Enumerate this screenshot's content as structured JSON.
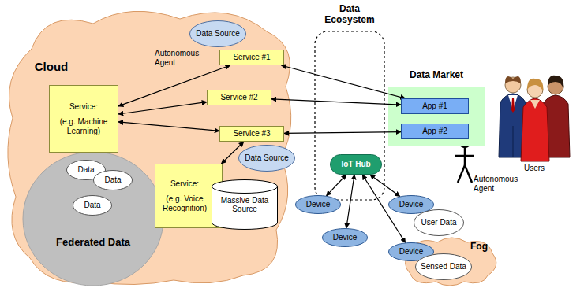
{
  "diagram": {
    "nodes": [
      {
        "text": [
          "Cloud"
        ]
      },
      {
        "text": [
          "Data Source"
        ],
        "in": 0
      },
      {
        "text": [
          "Service #1"
        ],
        "in": 0
      },
      {
        "text": [
          "Service:",
          "(e.g. Machine Learning)"
        ],
        "in": 0
      },
      {
        "text": [
          "Service #2"
        ],
        "in": 0
      },
      {
        "text": [
          "Service #3"
        ],
        "in": 0
      },
      {
        "text": [
          "Data Source"
        ],
        "in": 0
      },
      {
        "text": [
          "Federated Data"
        ],
        "in": 0
      },
      {
        "text": [
          "Data"
        ],
        "in": 7
      },
      {
        "text": [
          "Data"
        ],
        "in": 7
      },
      {
        "text": [
          "Data"
        ],
        "in": 7
      },
      {
        "text": [
          "Service:",
          "(e.g. Voice Recognition)"
        ],
        "in": 0
      },
      {
        "text": [
          "Massive Data Source"
        ],
        "in": 0
      },
      {
        "text": [
          "Data Ecosystem"
        ]
      },
      {
        "text": [
          "IoT Hub"
        ],
        "in": 13
      },
      {
        "text": [
          "Data Market"
        ]
      },
      {
        "text": [
          "App #1"
        ],
        "in": 15
      },
      {
        "text": [
          "App #2"
        ],
        "in": 15
      },
      {
        "text": [
          "Device"
        ]
      },
      {
        "text": [
          "Device"
        ]
      },
      {
        "text": [
          "Device"
        ]
      },
      {
        "text": [
          "User Data"
        ]
      },
      {
        "text": [
          "Fog"
        ]
      },
      {
        "text": [
          "Device"
        ],
        "in": 22
      },
      {
        "text": [
          "Sensed Data"
        ],
        "in": 22
      }
    ],
    "edges": [
      {
        "from": 2,
        "to": 16,
        "arrow": "both"
      },
      {
        "from": 4,
        "to": 16,
        "arrow": "both"
      },
      {
        "from": 5,
        "to": 17,
        "arrow": "both"
      },
      {
        "from": 3,
        "to": 2,
        "arrow": "both"
      },
      {
        "from": 3,
        "to": 4,
        "arrow": "both"
      },
      {
        "from": 3,
        "to": 5,
        "arrow": "both"
      },
      {
        "from": 5,
        "to": 11,
        "arrow": "both"
      },
      {
        "from": 14,
        "to": 18,
        "arrow": "both"
      },
      {
        "from": 14,
        "to": 19,
        "arrow": "both"
      },
      {
        "from": 14,
        "to": 20,
        "arrow": "both"
      },
      {
        "from": 14,
        "to": 23,
        "arrow": "both"
      }
    ],
    "labels": [
      "Autonomous Agent",
      "Autonomous Agent",
      "Users"
    ]
  }
}
